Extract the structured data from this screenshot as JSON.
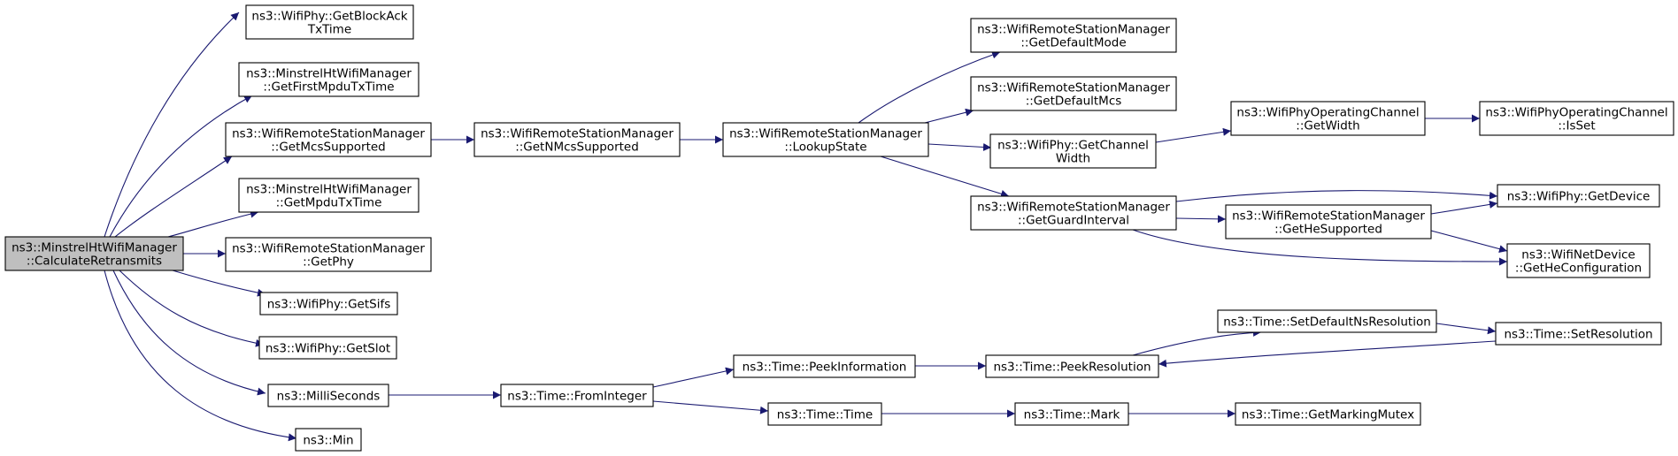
{
  "colors": {
    "edge": "#191970",
    "root_fill": "#bfbfbf",
    "node_fill": "#ffffff",
    "border": "#000000"
  },
  "nodes": [
    {
      "id": "calc",
      "lines": [
        "ns3::MinstrelHtWifiManager",
        "::CalculateRetransmits"
      ],
      "root": true
    },
    {
      "id": "blockack",
      "lines": [
        "ns3::WifiPhy::GetBlockAck",
        "TxTime"
      ]
    },
    {
      "id": "firstmpdu",
      "lines": [
        "ns3::MinstrelHtWifiManager",
        "::GetFirstMpduTxTime"
      ]
    },
    {
      "id": "mcssupported",
      "lines": [
        "ns3::WifiRemoteStationManager",
        "::GetMcsSupported"
      ]
    },
    {
      "id": "mpdutx",
      "lines": [
        "ns3::MinstrelHtWifiManager",
        "::GetMpduTxTime"
      ]
    },
    {
      "id": "getphy",
      "lines": [
        "ns3::WifiRemoteStationManager",
        "::GetPhy"
      ]
    },
    {
      "id": "sifs",
      "lines": [
        "ns3::WifiPhy::GetSifs"
      ]
    },
    {
      "id": "slot",
      "lines": [
        "ns3::WifiPhy::GetSlot"
      ]
    },
    {
      "id": "millis",
      "lines": [
        "ns3::MilliSeconds"
      ]
    },
    {
      "id": "min",
      "lines": [
        "ns3::Min"
      ]
    },
    {
      "id": "nmcs",
      "lines": [
        "ns3::WifiRemoteStationManager",
        "::GetNMcsSupported"
      ]
    },
    {
      "id": "lookup",
      "lines": [
        "ns3::WifiRemoteStationManager",
        "::LookupState"
      ]
    },
    {
      "id": "defmode",
      "lines": [
        "ns3::WifiRemoteStationManager",
        "::GetDefaultMode"
      ]
    },
    {
      "id": "defmcs",
      "lines": [
        "ns3::WifiRemoteStationManager",
        "::GetDefaultMcs"
      ]
    },
    {
      "id": "chanwidth",
      "lines": [
        "ns3::WifiPhy::GetChannel",
        "Width"
      ]
    },
    {
      "id": "guard",
      "lines": [
        "ns3::WifiRemoteStationManager",
        "::GetGuardInterval"
      ]
    },
    {
      "id": "opwidth",
      "lines": [
        "ns3::WifiPhyOperatingChannel",
        "::GetWidth"
      ]
    },
    {
      "id": "isset",
      "lines": [
        "ns3::WifiPhyOperatingChannel",
        "::IsSet"
      ]
    },
    {
      "id": "hesupported",
      "lines": [
        "ns3::WifiRemoteStationManager",
        "::GetHeSupported"
      ]
    },
    {
      "id": "getdevice",
      "lines": [
        "ns3::WifiPhy::GetDevice"
      ]
    },
    {
      "id": "heconfig",
      "lines": [
        "ns3::WifiNetDevice",
        "::GetHeConfiguration"
      ]
    },
    {
      "id": "frominteger",
      "lines": [
        "ns3::Time::FromInteger"
      ]
    },
    {
      "id": "peekinfo",
      "lines": [
        "ns3::Time::PeekInformation"
      ]
    },
    {
      "id": "timetime",
      "lines": [
        "ns3::Time::Time"
      ]
    },
    {
      "id": "peekres",
      "lines": [
        "ns3::Time::PeekResolution"
      ]
    },
    {
      "id": "setdefns",
      "lines": [
        "ns3::Time::SetDefaultNsResolution"
      ]
    },
    {
      "id": "setres",
      "lines": [
        "ns3::Time::SetResolution"
      ]
    },
    {
      "id": "mark",
      "lines": [
        "ns3::Time::Mark"
      ]
    },
    {
      "id": "markmutex",
      "lines": [
        "ns3::Time::GetMarkingMutex"
      ]
    }
  ],
  "edges": [
    {
      "from": "calc",
      "to": "blockack"
    },
    {
      "from": "calc",
      "to": "firstmpdu"
    },
    {
      "from": "calc",
      "to": "mcssupported"
    },
    {
      "from": "calc",
      "to": "mpdutx"
    },
    {
      "from": "calc",
      "to": "getphy"
    },
    {
      "from": "calc",
      "to": "sifs"
    },
    {
      "from": "calc",
      "to": "slot"
    },
    {
      "from": "calc",
      "to": "millis"
    },
    {
      "from": "calc",
      "to": "min"
    },
    {
      "from": "mcssupported",
      "to": "nmcs"
    },
    {
      "from": "nmcs",
      "to": "lookup"
    },
    {
      "from": "lookup",
      "to": "defmode"
    },
    {
      "from": "lookup",
      "to": "defmcs"
    },
    {
      "from": "lookup",
      "to": "chanwidth"
    },
    {
      "from": "lookup",
      "to": "guard"
    },
    {
      "from": "chanwidth",
      "to": "opwidth"
    },
    {
      "from": "opwidth",
      "to": "isset"
    },
    {
      "from": "guard",
      "to": "getdevice"
    },
    {
      "from": "guard",
      "to": "hesupported"
    },
    {
      "from": "guard",
      "to": "heconfig"
    },
    {
      "from": "hesupported",
      "to": "getdevice"
    },
    {
      "from": "hesupported",
      "to": "heconfig"
    },
    {
      "from": "millis",
      "to": "frominteger"
    },
    {
      "from": "frominteger",
      "to": "peekinfo"
    },
    {
      "from": "frominteger",
      "to": "timetime"
    },
    {
      "from": "peekinfo",
      "to": "peekres"
    },
    {
      "from": "peekres",
      "to": "setdefns"
    },
    {
      "from": "setdefns",
      "to": "setres"
    },
    {
      "from": "setres",
      "to": "peekres"
    },
    {
      "from": "timetime",
      "to": "mark"
    },
    {
      "from": "mark",
      "to": "markmutex"
    }
  ]
}
